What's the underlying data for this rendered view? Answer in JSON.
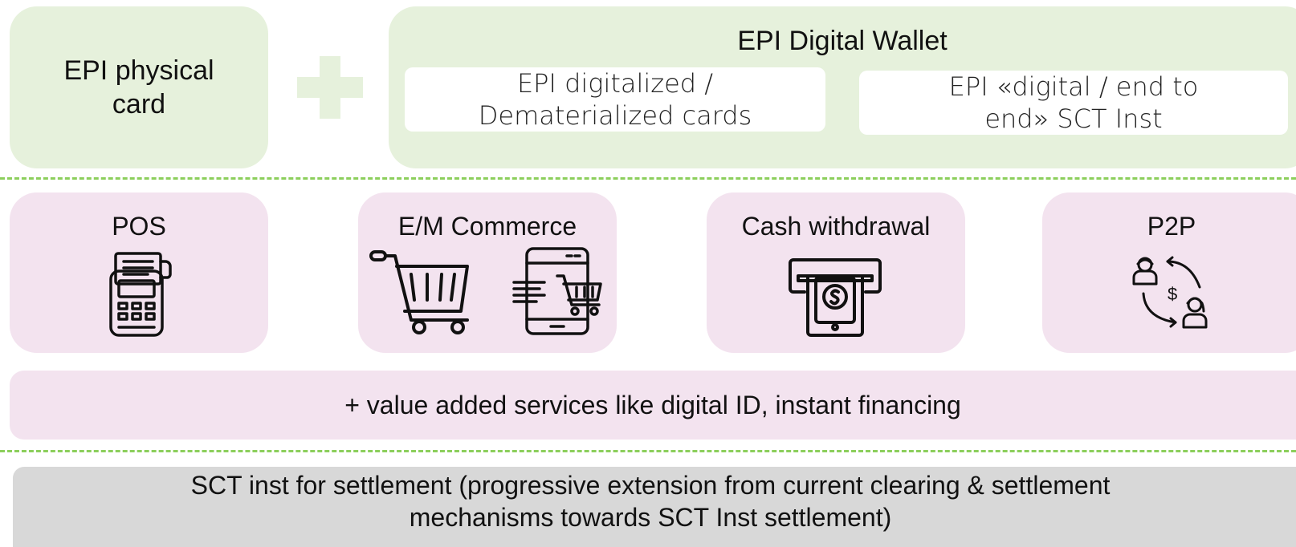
{
  "top_row": {
    "physical_card": "EPI physical card",
    "wallet_title": "EPI Digital Wallet",
    "wallet_items": [
      "EPI digitalized / Dematerialized cards",
      "EPI «digital / end to end» SCT Inst"
    ],
    "plus_icon": "plus-icon"
  },
  "use_cases": [
    {
      "label": "POS",
      "icon": "pos-terminal-icon"
    },
    {
      "label": "E/M Commerce",
      "icon": "shopping-cart-icon"
    },
    {
      "label": "Cash withdrawal",
      "icon": "atm-cash-icon"
    },
    {
      "label": "P2P",
      "icon": "p2p-transfer-icon"
    }
  ],
  "value_added": "+ value added services like digital ID, instant financing",
  "settlement": "SCT inst for settlement (progressive extension from current clearing & settlement mechanisms towards SCT Inst settlement)",
  "colors": {
    "green_fill": "#e6f1dc",
    "pink_fill": "#f3e3ef",
    "gray_fill": "#d8d8d8",
    "dash_green": "#8ccf5c"
  }
}
